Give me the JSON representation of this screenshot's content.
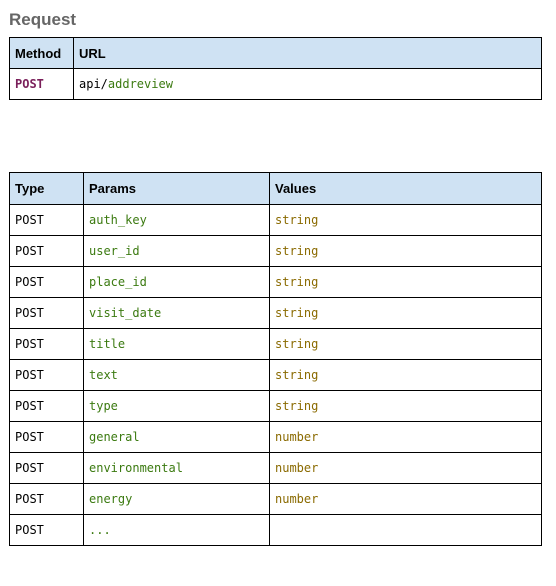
{
  "request": {
    "heading": "Request",
    "headers": {
      "method": "Method",
      "url": "URL"
    },
    "method": "POST",
    "url_prefix": "api/",
    "url_path": "addreview"
  },
  "params": {
    "headers": {
      "type": "Type",
      "params": "Params",
      "values": "Values"
    },
    "rows": [
      {
        "type": "POST",
        "param": "auth_key",
        "value": "string"
      },
      {
        "type": "POST",
        "param": "user_id",
        "value": "string"
      },
      {
        "type": "POST",
        "param": "place_id",
        "value": "string"
      },
      {
        "type": "POST",
        "param": "visit_date",
        "value": "string"
      },
      {
        "type": "POST",
        "param": "title",
        "value": "string"
      },
      {
        "type": "POST",
        "param": "text",
        "value": "string"
      },
      {
        "type": "POST",
        "param": "type",
        "value": "string"
      },
      {
        "type": "POST",
        "param": "general",
        "value": "number"
      },
      {
        "type": "POST",
        "param": "environmental",
        "value": "number"
      },
      {
        "type": "POST",
        "param": "energy",
        "value": "number"
      },
      {
        "type": "POST",
        "param": "...",
        "value": ""
      }
    ]
  },
  "colors": {
    "header_bg": "#cfe2f3",
    "heading": "#666666",
    "method_keyword": "#7a1f5a",
    "param_name": "#3b7a10",
    "value_type": "#8a6a00"
  }
}
